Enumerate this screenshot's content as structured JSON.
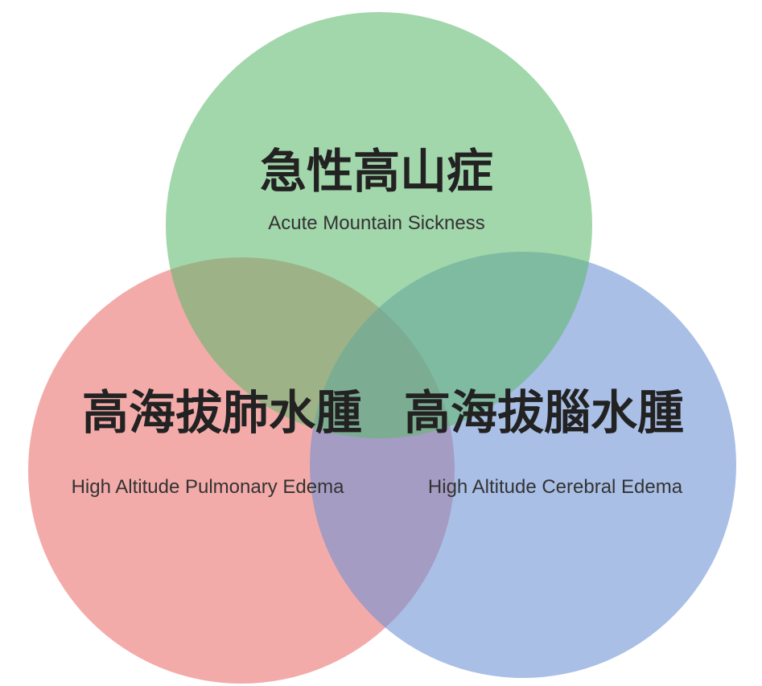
{
  "diagram": {
    "type": "venn",
    "sets": [
      {
        "id": "ams",
        "label_zh": "急性高山症",
        "label_en": "Acute Mountain Sickness",
        "color": "#5fb86f"
      },
      {
        "id": "hape",
        "label_zh": "高海拔肺水腫",
        "label_en": "High Altitude Pulmonary Edema",
        "color": "#ea6f6a"
      },
      {
        "id": "hace",
        "label_zh": "高海拔腦水腫",
        "label_en": "High Altitude Cerebral Edema",
        "color": "#6a91d4"
      }
    ]
  }
}
